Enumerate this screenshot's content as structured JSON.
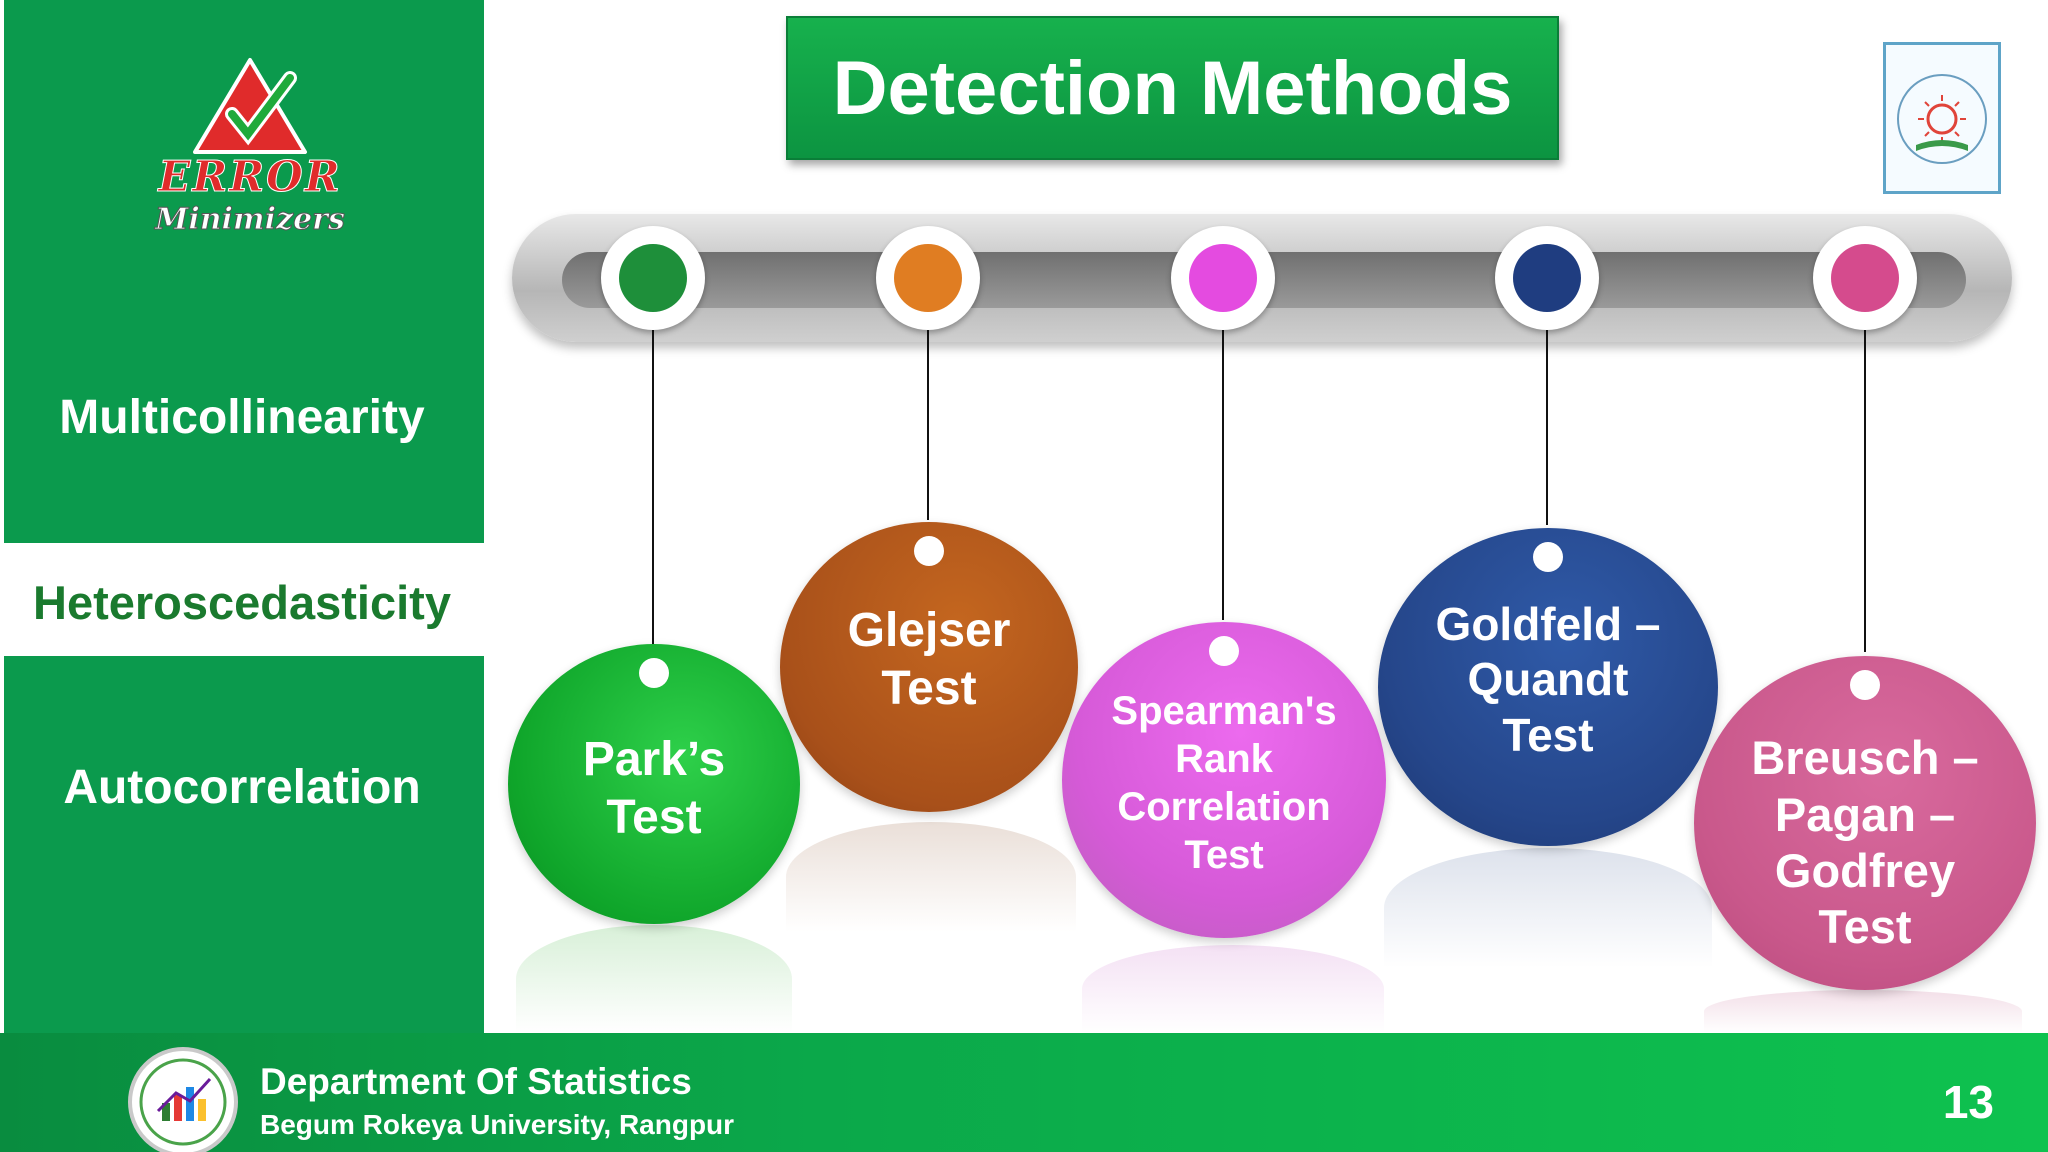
{
  "logo": {
    "line1": "ERROR",
    "line2": "Minimizers"
  },
  "sidebar": {
    "items": [
      {
        "label": "Multicollinearity",
        "active": false
      },
      {
        "label": "Heteroscedasticity",
        "active": true
      },
      {
        "label": "Autocorrelation",
        "active": false
      }
    ]
  },
  "title": "Detection Methods",
  "methods": [
    {
      "label": "Park’s\nTest",
      "color": "#0fbf2a",
      "knob_color": "#1e8f3a"
    },
    {
      "label": "Glejser\nTest",
      "color": "#b5531a",
      "knob_color": "#e07d22"
    },
    {
      "label": "Spearman's\nRank\nCorrelation\nTest",
      "color": "#e05be6",
      "knob_color": "#e44be0"
    },
    {
      "label": "Goldfeld –\nQuandt\nTest",
      "color": "#25468a",
      "knob_color": "#1f3d80"
    },
    {
      "label": "Breusch –\nPagan –\nGodfrey\nTest",
      "color": "#d0568f",
      "knob_color": "#d54b8d"
    }
  ],
  "footer": {
    "department": "Department Of Statistics",
    "university": "Begum Rokeya University, Rangpur",
    "page_number": "13"
  }
}
